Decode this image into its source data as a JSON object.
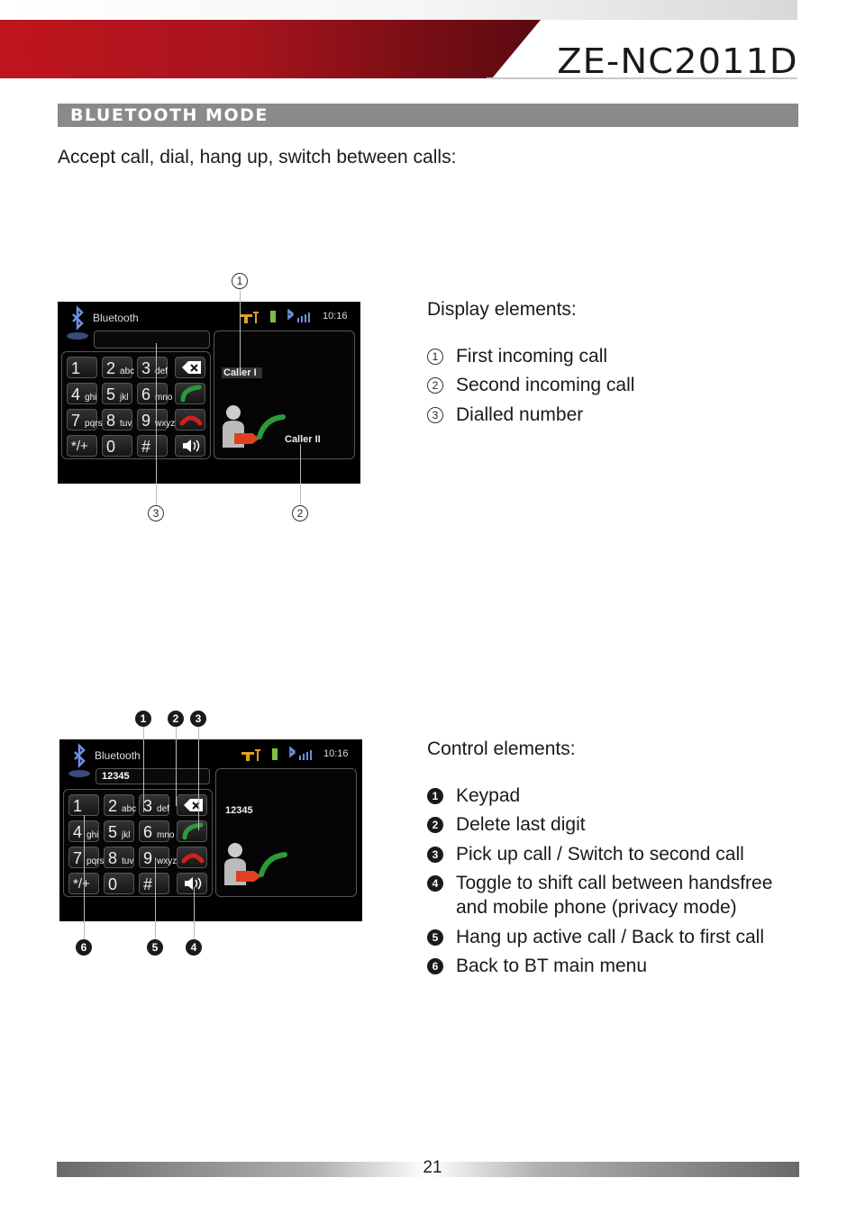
{
  "header": {
    "model": "ZE-NC2011D"
  },
  "section": {
    "title": "BLUETOOTH MODE"
  },
  "intro": "Accept call, dial, hang up, switch between calls:",
  "screen1": {
    "title": "Bluetooth",
    "time": "10:16",
    "caller1": "Caller  I",
    "caller2": "Caller II",
    "keys": [
      {
        "d": "1",
        "s": ""
      },
      {
        "d": "2",
        "s": "abc"
      },
      {
        "d": "3",
        "s": "def"
      },
      {
        "d": "4",
        "s": "ghi"
      },
      {
        "d": "5",
        "s": "jkl"
      },
      {
        "d": "6",
        "s": "mno"
      },
      {
        "d": "7",
        "s": "pqrs"
      },
      {
        "d": "8",
        "s": "tuv"
      },
      {
        "d": "9",
        "s": "wxyz"
      },
      {
        "d": "*/+",
        "s": ""
      },
      {
        "d": "0",
        "s": ""
      },
      {
        "d": "#",
        "s": ""
      }
    ]
  },
  "screen2": {
    "title": "Bluetooth",
    "time": "10:16",
    "input": "12345",
    "dialled": "12345"
  },
  "display": {
    "heading": "Display elements:",
    "items": [
      {
        "mark": "1",
        "text": "First incoming call"
      },
      {
        "mark": "2",
        "text": "Second incoming call"
      },
      {
        "mark": "3",
        "text": "Dialled number"
      }
    ]
  },
  "control": {
    "heading": "Control elements:",
    "items": [
      {
        "mark": "1",
        "text": "Keypad"
      },
      {
        "mark": "2",
        "text": "Delete last digit"
      },
      {
        "mark": "3",
        "text": "Pick up call / Switch to second call"
      },
      {
        "mark": "4",
        "text": "Toggle to shift call between handsfree"
      },
      {
        "mark": "",
        "text": "and mobile phone (privacy mode)"
      },
      {
        "mark": "5",
        "text": "Hang up active call / Back to first call"
      },
      {
        "mark": "6",
        "text": "Back to BT main menu"
      }
    ]
  },
  "page": "21",
  "colors": {
    "brand_red": "#c0151f",
    "section_gray": "#8a8a8a"
  }
}
